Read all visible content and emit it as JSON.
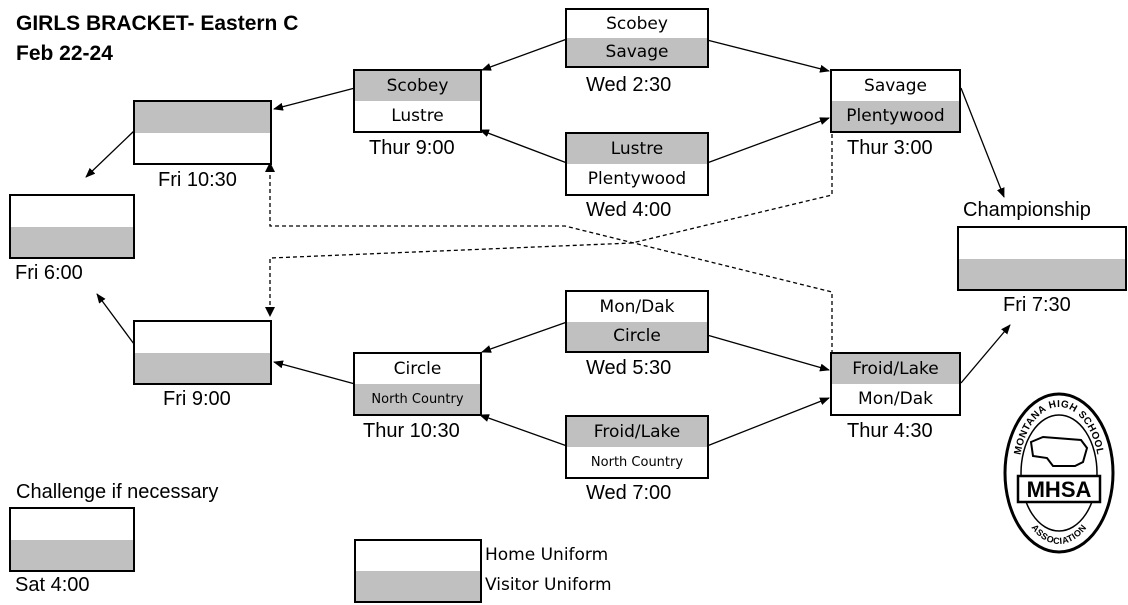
{
  "header": {
    "title": "GIRLS BRACKET- Eastern C",
    "dates": "Feb 22-24"
  },
  "colors": {
    "home": "#ffffff",
    "visitor": "#c0c0c0",
    "line": "#000000"
  },
  "games": {
    "wed1": {
      "home": "Scobey",
      "visitor": "Savage",
      "time": "Wed 2:30"
    },
    "wed2": {
      "home": "Lustre",
      "visitor": "Plentywood",
      "time": "Wed 4:00"
    },
    "wed3": {
      "home": "Mon/Dak",
      "visitor": "Circle",
      "time": "Wed 5:30"
    },
    "wed4": {
      "home": "Froid/Lake",
      "visitor": "North Country",
      "time": "Wed 7:00"
    },
    "thur1": {
      "home": "Scobey",
      "visitor": "Lustre",
      "time": "Thur 9:00"
    },
    "thur2": {
      "home": "Savage",
      "visitor": "Plentywood",
      "time": "Thur 3:00"
    },
    "thur3": {
      "home": "Circle",
      "visitor": "North Country",
      "time": "Thur 10:30"
    },
    "thur4": {
      "home": "Froid/Lake",
      "visitor": "Mon/Dak",
      "time": "Thur 4:30"
    },
    "fri1030": {
      "home": "",
      "visitor": "",
      "time": "Fri 10:30"
    },
    "fri900": {
      "home": "",
      "visitor": "",
      "time": "Fri 9:00"
    },
    "fri600": {
      "home": "",
      "visitor": "",
      "time": "Fri 6:00"
    },
    "championship": {
      "label": "Championship",
      "home": "",
      "visitor": "",
      "time": "Fri 7:30"
    },
    "challenge": {
      "label": "Challenge if necessary",
      "home": "",
      "visitor": "",
      "time": "Sat 4:00"
    }
  },
  "legend": {
    "home": "Home Uniform",
    "visitor": "Visitor Uniform"
  },
  "logo": {
    "text_top": "MONTANA HIGH SCHOOL",
    "text_mid": "MHSA",
    "text_bottom": "ASSOCIATION",
    "icon": "montana-state-outline"
  }
}
